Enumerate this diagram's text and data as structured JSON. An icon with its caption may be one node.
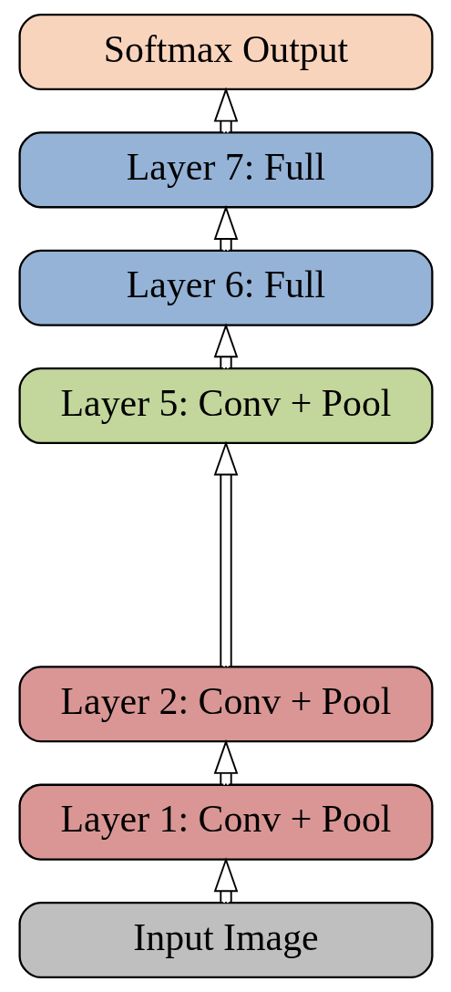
{
  "diagram": {
    "nodes": [
      {
        "text": [
          "Softmax Output"
        ]
      },
      {
        "text": [
          "Layer 7: Full"
        ]
      },
      {
        "text": [
          "Layer 6: Full"
        ]
      },
      {
        "text": [
          "Layer 5: Conv + Pool"
        ]
      },
      {
        "text": [
          "Layer 2: Conv + Pool"
        ]
      },
      {
        "text": [
          "Layer 1: Conv + Pool"
        ]
      },
      {
        "text": [
          "Input Image"
        ]
      }
    ],
    "edges": [
      {
        "from": 6,
        "to": 5,
        "arrow": "to"
      },
      {
        "from": 5,
        "to": 4,
        "arrow": "to"
      },
      {
        "from": 4,
        "to": 3,
        "arrow": "to"
      },
      {
        "from": 3,
        "to": 2,
        "arrow": "to"
      },
      {
        "from": 2,
        "to": 1,
        "arrow": "to"
      },
      {
        "from": 1,
        "to": 0,
        "arrow": "to"
      }
    ]
  }
}
